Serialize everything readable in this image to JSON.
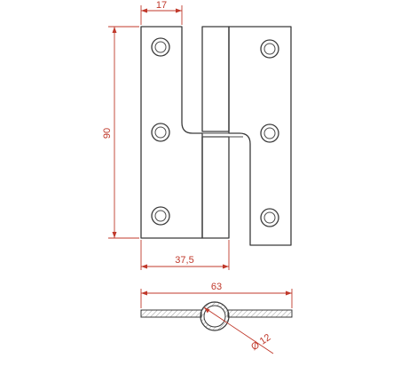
{
  "dimensions": {
    "top_width": "17",
    "height": "90",
    "bottom_width": "37,5",
    "overall_width": "63",
    "pin_diameter": "Ø 12"
  },
  "colors": {
    "dimension": "#c0392b",
    "outline": "#3a3a3a"
  }
}
